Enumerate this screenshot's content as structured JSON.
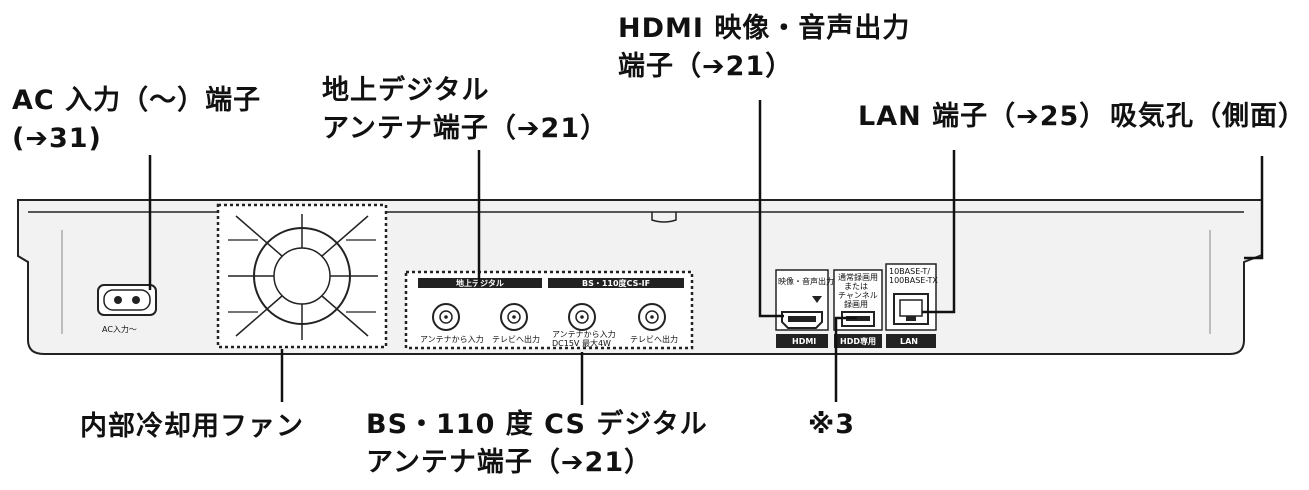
{
  "callouts": {
    "ac_input": [
      "AC 入力（～）端子",
      "(➔31)"
    ],
    "terrestrial": [
      "地上デジタル",
      "アンテナ端子（➔21）"
    ],
    "hdmi": [
      "HDMI 映像・音声出力",
      "端子（➔21）"
    ],
    "lan": [
      "LAN 端子（➔25）"
    ],
    "vent": [
      "吸気孔（側面）"
    ],
    "fan": [
      "内部冷却用ファン"
    ],
    "bs_cs": [
      "BS・110 度 CS デジタル",
      "アンテナ端子（➔21）"
    ],
    "note3": [
      "※3"
    ]
  },
  "panel_labels": {
    "ac_inlet": "AC入力〜",
    "terrestrial_header": "地上デジタル",
    "bs_cs_header": "BS・110度CS-IF",
    "antenna_in": "アンテナから入力",
    "tv_out": "テレビへ出力",
    "antenna_in_dc_line1": "アンテナから入力",
    "antenna_in_dc_line2": "DC15V 最大4W",
    "tv_out_2": "テレビへ出力",
    "hdmi_top": "映像・音声出力",
    "hdmi_bottom": "HDMI",
    "usb_top_line1": "通常録画用",
    "usb_top_line2": "または",
    "usb_top_line3": "チャンネル",
    "usb_top_line4": "録画用",
    "usb_bottom": "HDD専用",
    "lan_top_line1": "10BASE-T/",
    "lan_top_line2": "100BASE-TX",
    "lan_bottom": "LAN"
  }
}
